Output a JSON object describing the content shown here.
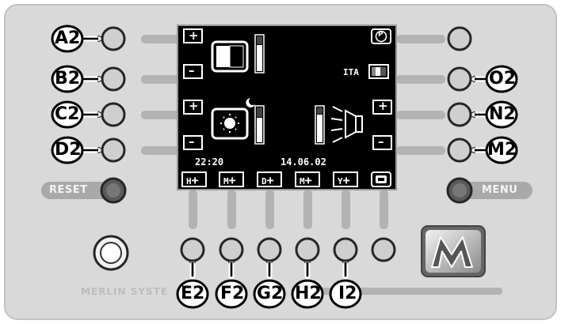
{
  "screen": {
    "time": "22:20",
    "date": "14.06.02",
    "language": "ITA",
    "plus": "+",
    "minus": "–",
    "date_buttons": [
      {
        "letter": "H",
        "sign": "+"
      },
      {
        "letter": "M",
        "sign": "+"
      },
      {
        "letter": "D",
        "sign": "+"
      },
      {
        "letter": "M",
        "sign": "+"
      },
      {
        "letter": "Y",
        "sign": "+"
      }
    ],
    "parking_icon_letter": "P"
  },
  "panel": {
    "reset_label": "RESET",
    "menu_label": "MENU",
    "brand_label": "MERLIN SYSTE"
  },
  "callouts": {
    "left": [
      "A2",
      "B2",
      "C2",
      "D2"
    ],
    "right": [
      "O2",
      "N2",
      "M2"
    ],
    "bottom": [
      "E2",
      "F2",
      "G2",
      "H2",
      "I2"
    ]
  },
  "colors": {
    "panel": "#d9d9d9",
    "screen": "#000000",
    "button_ring": "#2a2a2a",
    "button_face": "#cfcfcf",
    "slot": "#b3b3b3"
  },
  "icons": {
    "contrast": "contrast-icon",
    "brightness": "sun-icon",
    "night": "moon-icon",
    "speaker": "speaker-icon",
    "parking": "parking-icon",
    "flag": "flag-icon",
    "logo": "merlin-logo"
  }
}
